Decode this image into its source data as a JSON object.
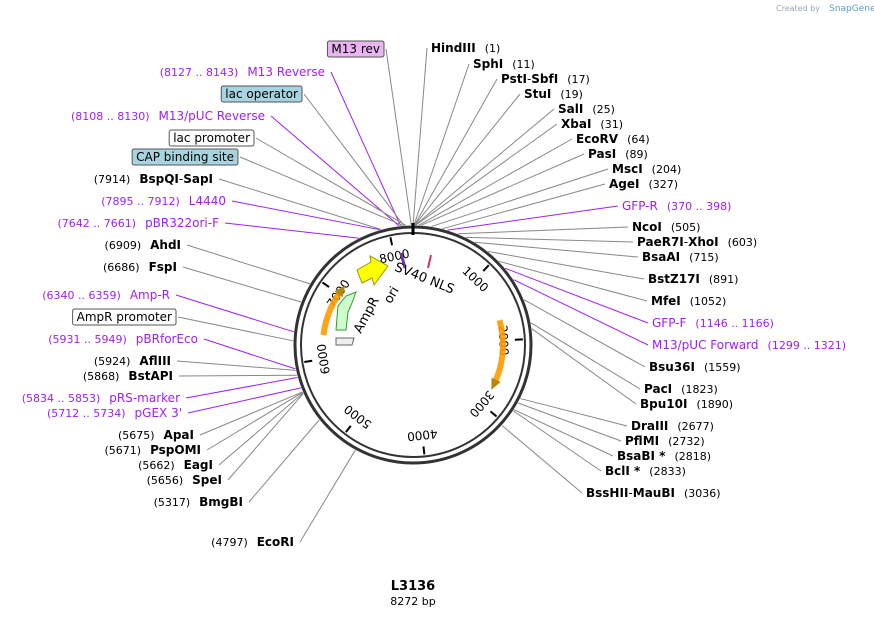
{
  "credit": {
    "prefix": "Created by",
    "brand": "SnapGene"
  },
  "title": "L3136",
  "length_label": "8272 bp",
  "total_bp": 8272,
  "ring_ticks": [
    "1000",
    "2000",
    "3000",
    "4000",
    "5000",
    "6000",
    "7000",
    "8000"
  ],
  "colors": {
    "primer": "#a020f0",
    "line": "#888888",
    "purple_line": "#a020f0",
    "ring": "#333333",
    "amp_fill": "#ccffcc",
    "amp_stroke": "#339933",
    "ori_fill": "#ffff00",
    "ori_stroke": "#999900",
    "orange": "#ff9900",
    "sv40": "#6a3d9a"
  },
  "features": {
    "sv40": "SV40 NLS",
    "ori": "ori",
    "ampr": "AmpR"
  },
  "right_labels": [
    {
      "name": "HindIII",
      "pos": "(1)",
      "bp": 1
    },
    {
      "name": "SphI",
      "pos": "(11)",
      "bp": 11
    },
    {
      "name": "PstI",
      "sep": " - ",
      "name2": "SbfI",
      "pos": "(17)",
      "bp": 17
    },
    {
      "name": "StuI",
      "pos": "(19)",
      "bp": 19
    },
    {
      "name": "SalI",
      "pos": "(25)",
      "bp": 25
    },
    {
      "name": "XbaI",
      "pos": "(31)",
      "bp": 31
    },
    {
      "name": "EcoRV",
      "pos": "(64)",
      "bp": 64
    },
    {
      "name": "PasI",
      "pos": "(89)",
      "bp": 89
    },
    {
      "name": "MscI",
      "pos": "(204)",
      "bp": 204
    },
    {
      "name": "AgeI",
      "pos": "(327)",
      "bp": 327
    },
    {
      "name": "GFP-R",
      "pos": "(370 .. 398)",
      "bp": 384,
      "primer": true
    },
    {
      "name": "NcoI",
      "pos": "(505)",
      "bp": 505
    },
    {
      "name": "PaeR7I",
      "sep": " - ",
      "name2": "XhoI",
      "pos": "(603)",
      "bp": 603
    },
    {
      "name": "BsaAI",
      "pos": "(715)",
      "bp": 715
    },
    {
      "name": "BstZ17I",
      "pos": "(891)",
      "bp": 891
    },
    {
      "name": "MfeI",
      "pos": "(1052)",
      "bp": 1052
    },
    {
      "name": "GFP-F",
      "pos": "(1146 .. 1166)",
      "bp": 1156,
      "primer": true
    },
    {
      "name": "M13/pUC Forward",
      "pos": "(1299 .. 1321)",
      "bp": 1310,
      "primer": true
    },
    {
      "name": "Bsu36I",
      "pos": "(1559)",
      "bp": 1559
    },
    {
      "name": "PacI",
      "pos": "(1823)",
      "bp": 1823
    },
    {
      "name": "Bpu10I",
      "pos": "(1890)",
      "bp": 1890
    },
    {
      "name": "DraIII",
      "pos": "(2677)",
      "bp": 2677
    },
    {
      "name": "PflMI",
      "pos": "(2732)",
      "bp": 2732
    },
    {
      "name": "BsaBI *",
      "pos": "(2818)",
      "bp": 2818
    },
    {
      "name": "BclI *",
      "pos": "(2833)",
      "bp": 2833
    },
    {
      "name": "BssHII",
      "sep": " - ",
      "name2": "MauBI",
      "pos": "(3036)",
      "bp": 3036
    }
  ],
  "left_labels": [
    {
      "name": "M13 rev",
      "box": "purple",
      "bp": 8253
    },
    {
      "name": "M13 Reverse",
      "pos": "(8127 .. 8143)",
      "bp": 8135,
      "primer": true
    },
    {
      "name": "lac operator",
      "box": "blue",
      "bp": 8170
    },
    {
      "name": "M13/pUC Reverse",
      "pos": "(8108 .. 8130)",
      "bp": 8119,
      "primer": true
    },
    {
      "name": "lac promoter",
      "box": "white",
      "bp": 8190
    },
    {
      "name": "CAP binding site",
      "box": "blue",
      "bp": 8160
    },
    {
      "name": "BspQI",
      "sep": " - ",
      "name2": "SapI",
      "pos": "(7914)",
      "bp": 7914
    },
    {
      "name": "L4440",
      "pos": "(7895 .. 7912)",
      "bp": 7903,
      "primer": true
    },
    {
      "name": "pBR322ori-F",
      "pos": "(7642 .. 7661)",
      "bp": 7651,
      "primer": true
    },
    {
      "name": "AhdI",
      "pos": "(6909)",
      "bp": 6909
    },
    {
      "name": "FspI",
      "pos": "(6686)",
      "bp": 6686
    },
    {
      "name": "Amp-R",
      "pos": "(6340 .. 6359)",
      "bp": 6349,
      "primer": true
    },
    {
      "name": "AmpR promoter",
      "box": "white",
      "bp": 6250
    },
    {
      "name": "pBRforEco",
      "pos": "(5931 .. 5949)",
      "bp": 5940,
      "primer": true
    },
    {
      "name": "AflIII",
      "pos": "(5924)",
      "bp": 5924
    },
    {
      "name": "BstAPI",
      "pos": "(5868)",
      "bp": 5868
    },
    {
      "name": "pRS-marker",
      "pos": "(5834 .. 5853)",
      "bp": 5843,
      "primer": true
    },
    {
      "name": "pGEX 3'",
      "pos": "(5712 .. 5734)",
      "bp": 5723,
      "primer": true
    },
    {
      "name": "ApaI",
      "pos": "(5675)",
      "bp": 5675
    },
    {
      "name": "PspOMI",
      "pos": "(5671)",
      "bp": 5671
    },
    {
      "name": "EagI",
      "pos": "(5662)",
      "bp": 5662
    },
    {
      "name": "SpeI",
      "pos": "(5656)",
      "bp": 5656
    },
    {
      "name": "BmgBI",
      "pos": "(5317)",
      "bp": 5317
    },
    {
      "name": "EcoRI",
      "pos": "(4797)",
      "bp": 4797
    }
  ]
}
